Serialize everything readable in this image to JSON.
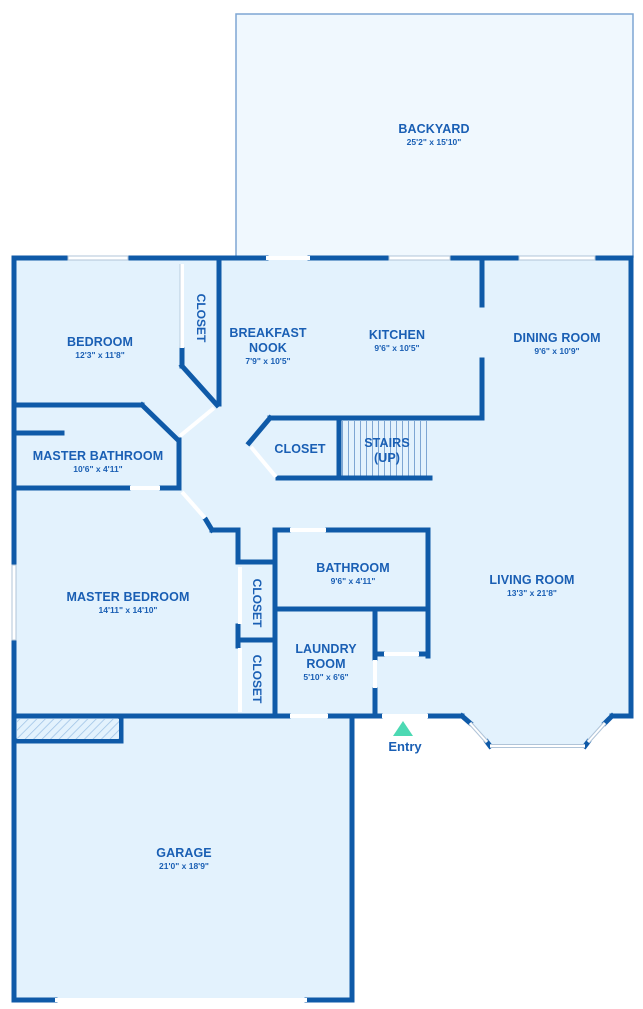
{
  "colors": {
    "wall": "#0f5aa8",
    "floor": "#e3f2fd",
    "yard": "#f0f8fe",
    "yard_border": "#7ea6d3",
    "text": "#1a5fb4",
    "entry_marker": "#4cd9b3",
    "window": "#ffffff"
  },
  "rooms": [
    {
      "id": "backyard",
      "name": "BACKYARD",
      "dims": "25'2\" x 15'10\""
    },
    {
      "id": "bedroom",
      "name": "BEDROOM",
      "dims": "12'3\" x 11'8\""
    },
    {
      "id": "breakfast-nook",
      "name": "BREAKFAST\nNOOK",
      "name_line1": "BREAKFAST",
      "name_line2": "NOOK",
      "dims": "7'9\" x 10'5\""
    },
    {
      "id": "kitchen",
      "name": "KITCHEN",
      "dims": "9'6\" x 10'5\""
    },
    {
      "id": "dining-room",
      "name": "DINING ROOM",
      "dims": "9'6\" x 10'9\""
    },
    {
      "id": "master-bathroom",
      "name": "MASTER BATHROOM",
      "dims": "10'6\" x 4'11\""
    },
    {
      "id": "master-bedroom",
      "name": "MASTER BEDROOM",
      "dims": "14'11\" x 14'10\""
    },
    {
      "id": "bathroom",
      "name": "BATHROOM",
      "dims": "9'6\" x 4'11\""
    },
    {
      "id": "living-room",
      "name": "LIVING ROOM",
      "dims": "13'3\" x 21'8\""
    },
    {
      "id": "laundry-room",
      "name_line1": "LAUNDRY",
      "name_line2": "ROOM",
      "dims": "5'10\" x 6'6\""
    },
    {
      "id": "garage",
      "name": "GARAGE",
      "dims": "21'0\" x 18'9\""
    }
  ],
  "closets": [
    {
      "id": "closet-bedroom",
      "label": "CLOSET"
    },
    {
      "id": "closet-hall",
      "label": "CLOSET"
    },
    {
      "id": "closet-master-1",
      "label": "CLOSET"
    },
    {
      "id": "closet-master-2",
      "label": "CLOSET"
    }
  ],
  "stairs": {
    "line1": "STAIRS",
    "line2": "(UP)"
  },
  "entry": {
    "label": "Entry"
  }
}
